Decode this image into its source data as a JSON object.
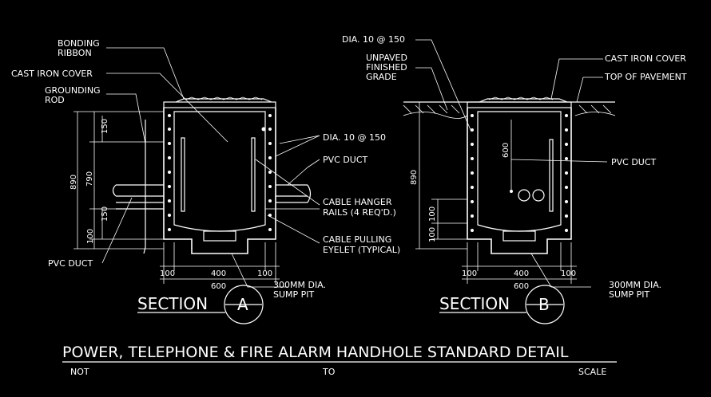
{
  "section_a": {
    "labels": {
      "bonding_ribbon_1": "BONDING",
      "bonding_ribbon_2": "RIBBON",
      "cast_iron_cover": "CAST IRON COVER",
      "grounding_rod_1": "GROUNDING",
      "grounding_rod_2": "ROD",
      "dia_rebar": "DIA. 10 @ 150",
      "pvc_duct_right": "PVC DUCT",
      "cable_hanger_1": "CABLE HANGER",
      "cable_hanger_2": "RAILS (4 REQ'D.)",
      "cable_pulling_1": "CABLE PULLING",
      "cable_pulling_2": "EYELET (TYPICAL)",
      "pvc_duct_left": "PVC DUCT",
      "sump_pit_1": "300MM DIA.",
      "sump_pit_2": "SUMP PIT"
    },
    "dims": {
      "d890": "890",
      "d790": "790",
      "d150_top": "150",
      "d150_bot": "150",
      "d100_left": "100",
      "w100_l": "100",
      "w400": "400",
      "w100_r": "100",
      "w600": "600"
    },
    "section_title": "SECTION",
    "section_letter": "A"
  },
  "section_b": {
    "labels": {
      "dia_rebar": "DIA. 10 @ 150",
      "unpaved_1": "UNPAVED",
      "unpaved_2": "FINISHED",
      "unpaved_3": "GRADE",
      "cast_iron_cover": "CAST IRON COVER",
      "top_of_pavement": "TOP OF PAVEMENT",
      "pvc_duct": "PVC DUCT",
      "sump_pit_1": "300MM DIA.",
      "sump_pit_2": "SUMP PIT"
    },
    "dims": {
      "d890": "890",
      "d600": "600",
      "d100_a": "100",
      "d100_b": "100",
      "w100_l": "100",
      "w400": "400",
      "w100_r": "100",
      "w600": "600"
    },
    "section_title": "SECTION",
    "section_letter": "B"
  },
  "title": "POWER, TELEPHONE & FIRE ALARM HANDHOLE STANDARD DETAIL",
  "subtitle": {
    "not": "NOT",
    "to": "TO",
    "scale": "SCALE"
  }
}
